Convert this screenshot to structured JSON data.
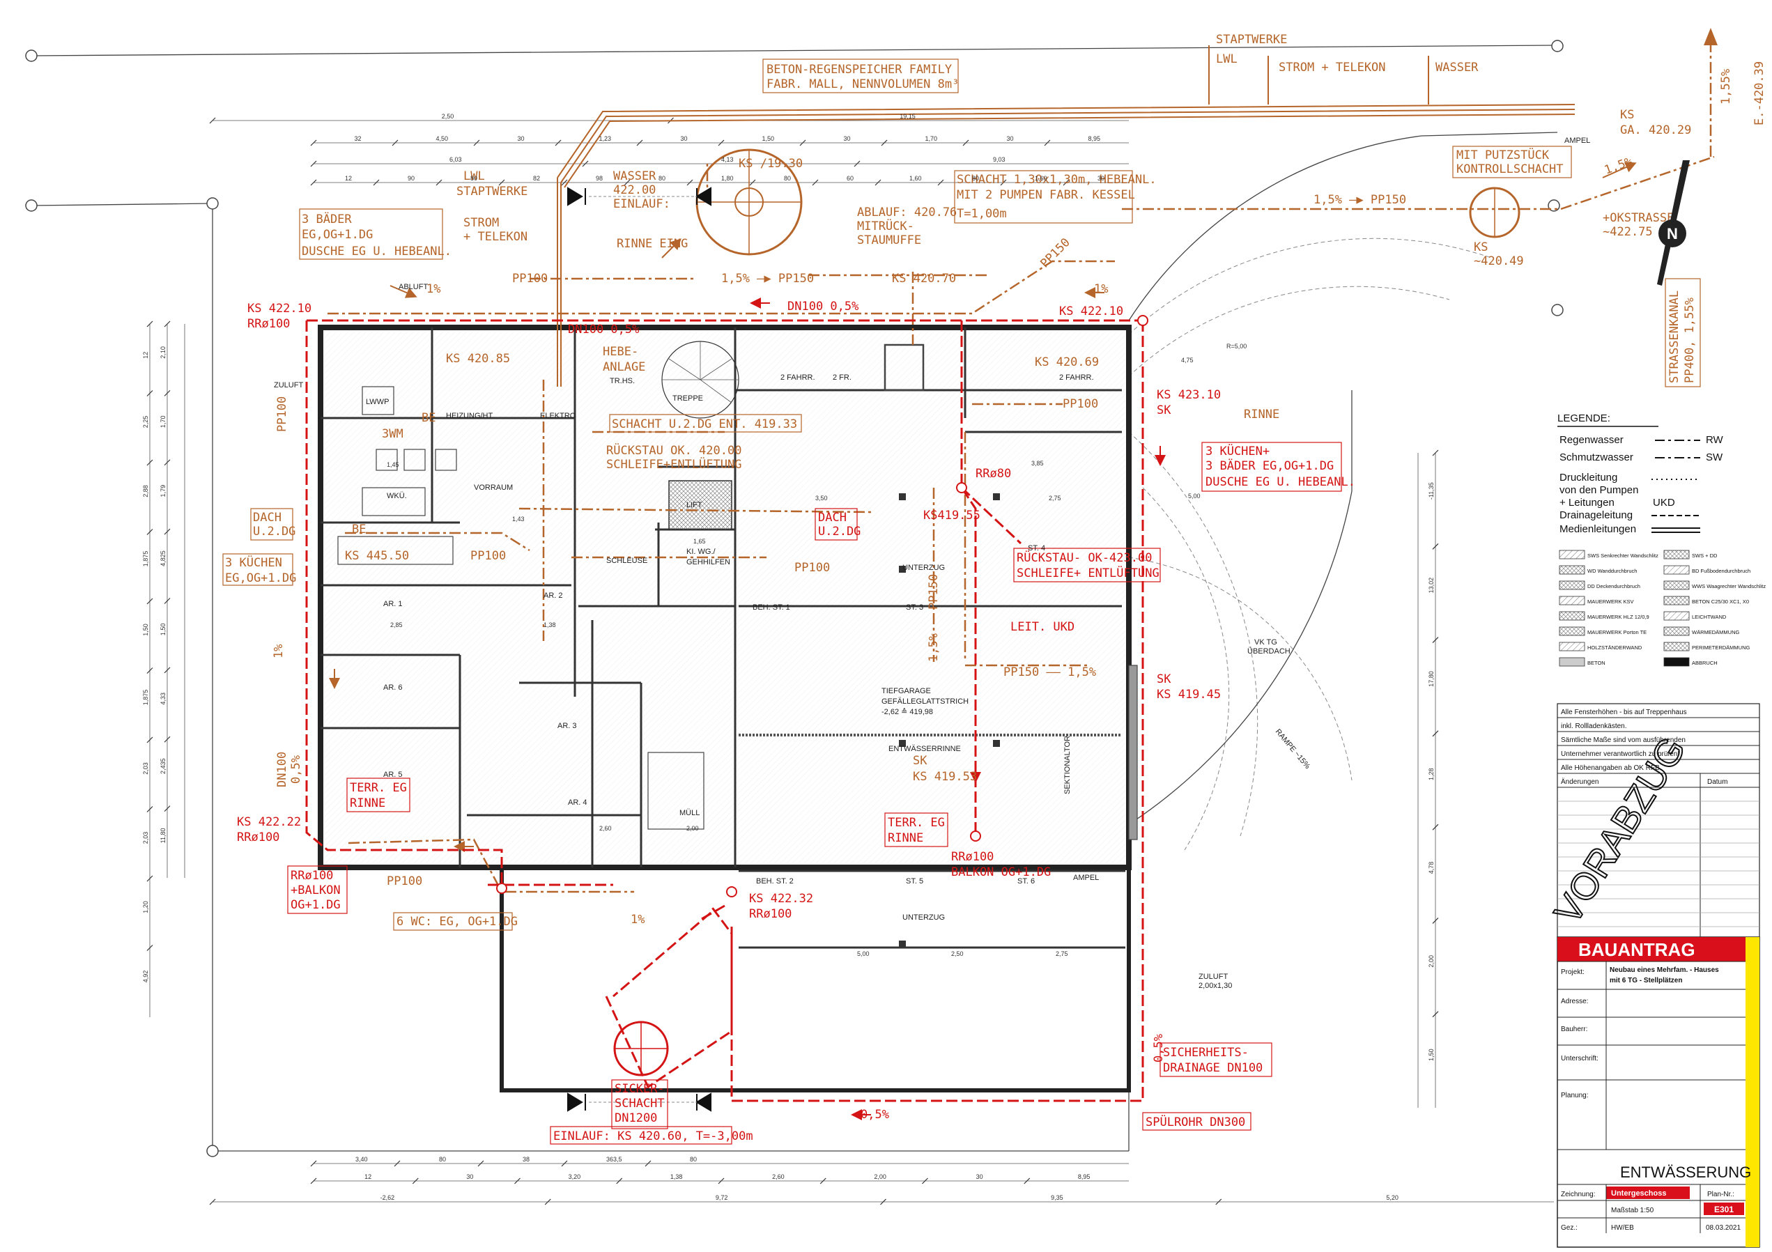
{
  "top_labels": {
    "staptwerke": "STAPTWERKE",
    "lwl": "LWL",
    "strom_telekom": "STROM + TELEKON",
    "wasser": "WASSER",
    "regenspeicher_1": "BETON-REGENSPEICHER FAMILY",
    "regenspeicher_2": "FABR. MALL, NENNVOLUMEN 8m³",
    "ks_1930": "KS /19.30",
    "lwl2": "LWL",
    "staptwerke2": "STAPTWERKE",
    "wasser2": "WASSER",
    "wasser_kote": "422.00",
    "einlauf": "EINLAUF:",
    "strom2": "STROM",
    "telekon2": "+ TELEKON",
    "rinne_eing": "RINNE EING",
    "schacht_1": "SCHACHT 1,30x1,30m, HEBEANL.",
    "schacht_2": "MIT 2 PUMPEN FABR. KESSEL",
    "schacht_3": "T=1,00m",
    "ablauf_1": "ABLAUF: 420.76",
    "ablauf_2": "MITRÜCK-",
    "ablauf_3": "STAUMUFFE",
    "ks_42070": "KS 420.70",
    "pp150_a": "1,5% —▶ PP150",
    "pp100_top": "PP100",
    "pp150_diag": "PP150",
    "mit_putz_1": "MIT PUTZSTÜCK",
    "mit_putz_2": "KONTROLLSCHACHT",
    "pp150_right": "1,5% —▶ PP150",
    "ks_ga": "KS",
    "ks_ga2": "GA. 420.29",
    "ks_42049": "KS",
    "ks_42049b": "~420.49",
    "okstrasse_1": "+OKSTRASSE",
    "okstrasse_2": "~422.75",
    "e_42039": "E.-420.39",
    "pct_155": "1,55%",
    "pct_15": "1,5%",
    "strassenkanal_1": "STRASSENKANAL",
    "strassenkanal_2": "PP400, 1,55%",
    "north": "N"
  },
  "left_labels": {
    "baeder_1": "3 BÄDER",
    "baeder_2": "EG,OG+1.DG",
    "baeder_3": "DUSCHE EG U. HEBEANL.",
    "ks_42210": "KS 422.10",
    "rr100_a": "RRø100",
    "pp100_left": "PP100",
    "pct_1_left": "1%",
    "dach_1": "DACH",
    "dach_2": "U.2.DG",
    "kuechen_1": "3 KÜCHEN",
    "kuechen_2": "EG,OG+1.DG",
    "pct_1_left2": "1%",
    "dn100_1": "DN100",
    "dn100_2": "0,5%",
    "terr_1": "TERR. EG",
    "terr_2": "RINNE",
    "ks_42222": "KS 422.22",
    "rr100_b": "RRø100",
    "rr100_balkon_1": "RRø100",
    "rr100_balkon_2": "+BALKON",
    "rr100_balkon_3": "OG+1.DG",
    "pp100_bottom": "PP100",
    "wc_1": "6 WC: EG, OG+1.DG",
    "pct_1_bottom": "1%"
  },
  "center_labels": {
    "dn100_top": "DN100 0,5%",
    "dn100_top2": "DN100 0,5%",
    "hebe_1": "HEBE-",
    "hebe_2": "ANLAGE",
    "ks_42085": "KS 420.85",
    "bp_3wm": "3WM",
    "be_1": "BE",
    "be_2": "BE",
    "schacht_ent": "SCHACHT U.2.DG ENT. 419.33",
    "rueckstau_a1": "RÜCKSTAU OK. 420.00",
    "rueckstau_a2": "SCHLEIFE+ENTLÜFTUNG",
    "ks_44550": "KS 445.50",
    "pp100_mid": "PP100",
    "pp100_mid2": "PP100",
    "dach_c1": "DACH",
    "dach_c2": "U.2.DG",
    "ks_41955": "KS419.55",
    "rr80": "RRø80",
    "ks_42069": "KS 420.69",
    "pp100_r": "PP100",
    "ks_42210_r": "KS 422.10",
    "pct_1_r": "1%",
    "ks_42310": "KS 423.10",
    "sk_1": "SK",
    "rinne": "RINNE",
    "kuechen_r1": "3 KÜCHEN+",
    "kuechen_r2": "3 BÄDER EG,OG+1.DG",
    "kuechen_r3": "DUSCHE EG U. HEBEANL.",
    "rueckstau_b1": "RÜCKSTAU- OK-423.00",
    "rueckstau_b2": "SCHLEIFE+ ENTLÜFTUNG",
    "leit_ukd": "LEIT. UKD",
    "pp150_low": "PP150 —— 1,5%",
    "pct_15_vert": "1,5%",
    "pp150_vert": "PP150",
    "sk_41945_1": "SK",
    "sk_41945_2": "KS 419.45",
    "sk_41953_1": "SK",
    "sk_41953_2": "KS 419.53",
    "terr_c1": "TERR. EG",
    "terr_c2": "RINNE",
    "rr100_balkon_c1": "RRø100",
    "rr100_balkon_c2": "BALKON OG+1.DG",
    "ks_42232": "KS 422.32",
    "rr100_c": "RRø100",
    "sicher_1": "SICHERHEITS-",
    "sicher_2": "DRAINAGE DN100",
    "pct_05_vert": "0,5%",
    "sicker_1": "SICKER-",
    "sicker_2": "SCHACHT",
    "sicker_3": "DN1200",
    "einlauf_ks": "EINLAUF: KS 420.60, T=-3,00m",
    "pct_05_bottom": "0,5%",
    "spuelrohr": "SPÜLROHR DN300"
  },
  "rooms": {
    "lwwp": "LWWP",
    "heizung": "HEIZUNG/HT.",
    "elektro": "ELEKTRO",
    "wkue": "WKÜ.",
    "vorraum": "VORRAUM",
    "trhs": "TR.HS.",
    "treppe": "TREPPE",
    "lift": "LIFT",
    "schleuse": "SCHLEUSE",
    "kiwg": "KI. WG./",
    "gehhilfen": "GEHHILFEN",
    "ar1": "AR. 1",
    "ar2": "AR. 2",
    "ar3": "AR. 3",
    "ar4": "AR. 4",
    "ar5": "AR. 5",
    "ar6": "AR. 6",
    "muell": "MÜLL",
    "tiefgarage": "TIEFGARAGE",
    "tiefgarage2": "GEFÄLLEGLATTSTRICH",
    "tiefgarage3": "-2,62 ≙ 419,98",
    "entwrinne": "ENTWÄSSERRINNE",
    "fahrr_1": "2 FAHRR.",
    "fahrr_2": "2 FR.",
    "fahrr_3": "2 FAHRR.",
    "beh_st1": "BEH. ST. 1",
    "beh_st2": "BEH. ST. 2",
    "st3": "ST. 3",
    "st4": "ST. 4",
    "st5": "ST. 5",
    "st6": "ST. 6",
    "unterzug": "UNTERZUG",
    "unterzug2": "UNTERZUG",
    "sektionaltor": "SEKTIONALTOR",
    "ampel": "AMPEL",
    "ampel2": "AMPEL",
    "zuluft": "ZULUFT",
    "zuluft2": "ZULUFT",
    "zuluft2b": "2,00x1,30",
    "abluft": "ABLUFT",
    "rampe": "RAMPE ~15%",
    "vktg": "VK TG",
    "ueberdach": "ÜBERDACH"
  },
  "legend": {
    "title": "LEGENDE:",
    "items": [
      {
        "label": "Regenwasser",
        "code": "RW"
      },
      {
        "label": "Schmutzwasser",
        "code": "SW"
      }
    ],
    "druck_1": "Druckleitung",
    "druck_2": "von den Pumpen",
    "druck_3": "+ Leitungen",
    "druck_code": "UKD",
    "drainage": "Drainageleitung",
    "medien": "Medienleitungen",
    "small": [
      {
        "code": "SWS",
        "label": "Senkrechter Wandschlitz"
      },
      {
        "code": "SWS + DD",
        "label": ""
      },
      {
        "code": "WD",
        "label": "Wanddurchbruch"
      },
      {
        "code": "BD",
        "label": "Fußbodendurchbruch"
      },
      {
        "code": "DD",
        "label": "Deckendurchbruch"
      },
      {
        "code": "WWS",
        "label": "Waagrechter Wandschlitz"
      },
      {
        "code": "",
        "label": "MAUERWERK KSV"
      },
      {
        "code": "",
        "label": "BETON C25/30 XC1, X0"
      },
      {
        "code": "",
        "label": "MAUERWERK HLZ 12/0,9"
      },
      {
        "code": "",
        "label": "LEICHTWAND"
      },
      {
        "code": "",
        "label": "MAUERWERK Porton TE"
      },
      {
        "code": "",
        "label": "WÄRMEDÄMMUNG"
      },
      {
        "code": "",
        "label": "HOLZSTÄNDERWAND"
      },
      {
        "code": "",
        "label": "PERIMETERDÄMMUNG"
      },
      {
        "code": "",
        "label": "BETON"
      },
      {
        "code": "",
        "label": "ABBRUCH"
      }
    ]
  },
  "notes": {
    "lines": [
      "Alle Fensterhöhen - bis auf Treppenhaus",
      "inkl. Rollladenkästen.",
      "Sämtliche Maße sind vom ausführenden",
      "Unternehmer verantwortlich zu prüfen!",
      "Alle Höhenangaben ab OK RFB"
    ],
    "aenderungen": "Änderungen",
    "datum": "Datum"
  },
  "stamp": "VORABZUG",
  "title_block": {
    "bauantrag": "BAUANTRAG",
    "projekt_label": "Projekt:",
    "projekt_1": "Neubau eines Mehrfam. - Hauses",
    "projekt_2": "mit 6 TG - Stellplätzen",
    "adresse": "Adresse:",
    "bauherr": "Bauherr:",
    "unterschrift": "Unterschrift:",
    "planung": "Planung:",
    "entwaesserung": "ENTWÄSSERUNG",
    "zeichnung_label": "Zeichnung:",
    "zeichnung": "Untergeschoss",
    "plan_nr_label": "Plan-Nr.:",
    "massstab": "Maßstab 1:50",
    "plan_nr": "E301",
    "gez_label": "Gez.:",
    "gez": "HW/EB",
    "datum": "08.03.2021"
  },
  "dimensions": {
    "top_row1": [
      "2,50",
      "19,15"
    ],
    "top_row2": [
      "32",
      "4,50",
      "30",
      "1,23",
      "30",
      "1,50",
      "30",
      "1,70",
      "30",
      "8,95"
    ],
    "top_row3": [
      "6,03",
      "4,13",
      "9,03"
    ],
    "top_row4": [
      "12",
      "90",
      "80",
      "82",
      "98",
      "80",
      "1,80",
      "80",
      "60",
      "1,60",
      "80",
      "1,60",
      "30"
    ],
    "bottom_row1": [
      "3,40",
      "80",
      "38",
      "363,5",
      "80"
    ],
    "bottom_row2": [
      "12",
      "30",
      "3,20",
      "1,38",
      "2,60",
      "2,00",
      "30",
      "8,95"
    ],
    "bottom_row3": [
      "-2,62",
      "9,72",
      "9,35",
      "5,20"
    ],
    "left": [
      "12",
      "2,25",
      "2,88",
      "1,875",
      "1,50",
      "1,875",
      "2,03",
      "2,03",
      "1,20",
      "4,92"
    ],
    "left2": [
      "2,10",
      "1,70",
      "1,79",
      "4,825",
      "1,50",
      "4,33",
      "2,435",
      "11,80"
    ],
    "right": [
      "-11,35",
      "13,02",
      "17,80",
      "1,28",
      "4,78",
      "2,00",
      "1,50"
    ],
    "misc": [
      "4,75",
      "R=5,00",
      "5,00",
      "3,85",
      "3,50",
      "5,00",
      "2,50",
      "2,75",
      "2,75",
      "2,85",
      "1,38",
      "2,60",
      "2,00",
      "1,45",
      "1,43",
      "1,65"
    ]
  }
}
